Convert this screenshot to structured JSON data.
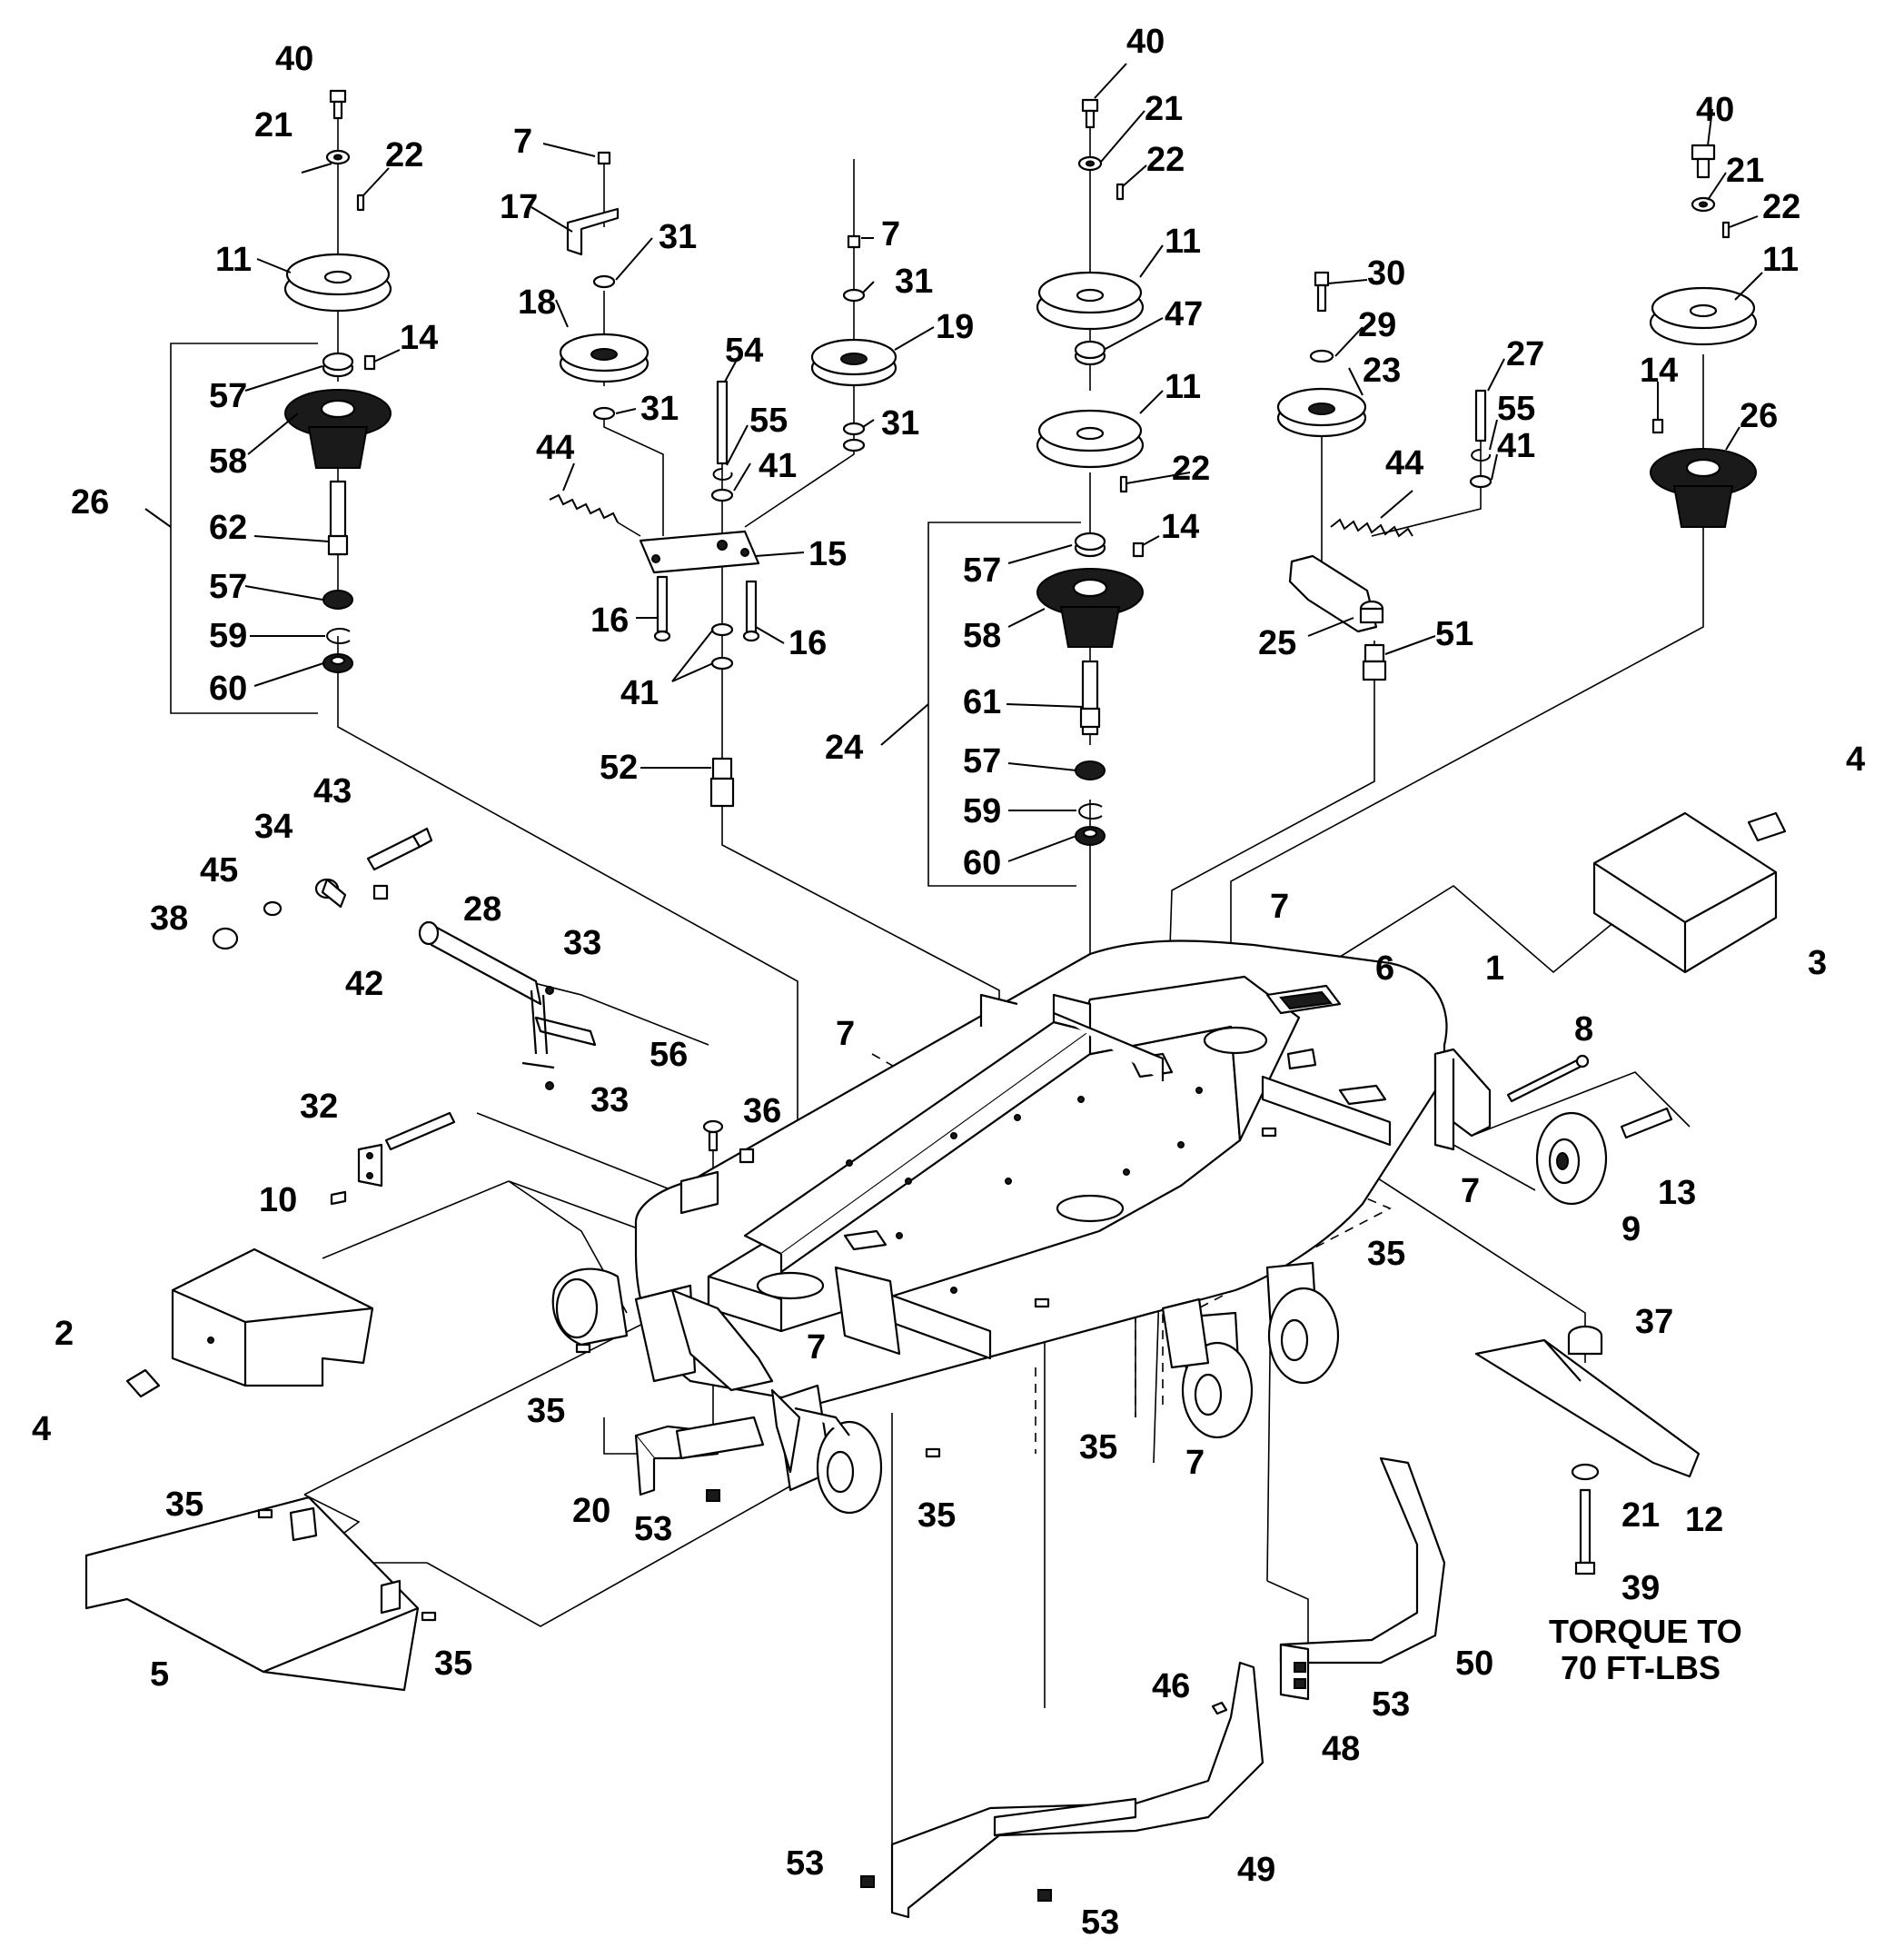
{
  "callouts": {
    "c40a": "40",
    "c21a": "21",
    "c22a": "22",
    "c11a": "11",
    "c14a": "14",
    "c57a": "57",
    "c58a": "58",
    "c26a": "26",
    "c62": "62",
    "c57b": "57",
    "c59a": "59",
    "c60a": "60",
    "c7a": "7",
    "c17": "17",
    "c31a": "31",
    "c18": "18",
    "c31b": "31",
    "c44a": "44",
    "c54": "54",
    "c55a": "55",
    "c41a": "41",
    "c15": "15",
    "c16a": "16",
    "c16b": "16",
    "c41b": "41",
    "c52": "52",
    "c7b": "7",
    "c31c": "31",
    "c19": "19",
    "c31d": "31",
    "c40b": "40",
    "c21b": "21",
    "c22b": "22",
    "c11b": "11",
    "c47": "47",
    "c11c": "11",
    "c22c": "22",
    "c14b": "14",
    "c57c": "57",
    "c58b": "58",
    "c24": "24",
    "c61": "61",
    "c57d": "57",
    "c59b": "59",
    "c60b": "60",
    "c30": "30",
    "c29": "29",
    "c23": "23",
    "c27": "27",
    "c55b": "55",
    "c41c": "41",
    "c44b": "44",
    "c25": "25",
    "c51": "51",
    "c40c": "40",
    "c21c": "21",
    "c22d": "22",
    "c11d": "11",
    "c14c": "14",
    "c26b": "26",
    "c43": "43",
    "c34": "34",
    "c45": "45",
    "c38": "38",
    "c42": "42",
    "c28": "28",
    "c33a": "33",
    "c33b": "33",
    "c32": "32",
    "c10": "10",
    "c56": "56",
    "c36": "36",
    "c7c": "7",
    "c7d": "7",
    "c6": "6",
    "c1": "1",
    "c4a": "4",
    "c3": "3",
    "c8": "8",
    "c7e": "7",
    "c9": "9",
    "c13": "13",
    "c35a": "35",
    "c2": "2",
    "c4b": "4",
    "c7f": "7",
    "c35b": "35",
    "c35c": "35",
    "c7g": "7",
    "c20": "20",
    "c53a": "53",
    "c35d": "35",
    "c35e": "35",
    "c5": "5",
    "c35f": "35",
    "c37": "37",
    "c12": "12",
    "c21d": "21",
    "c39": "39",
    "c50": "50",
    "c46": "46",
    "c53b": "53",
    "c48": "48",
    "c49": "49",
    "c53c": "53",
    "c53d": "53"
  },
  "note": {
    "line1": "TORQUE TO",
    "line2": "70 FT-LBS"
  }
}
